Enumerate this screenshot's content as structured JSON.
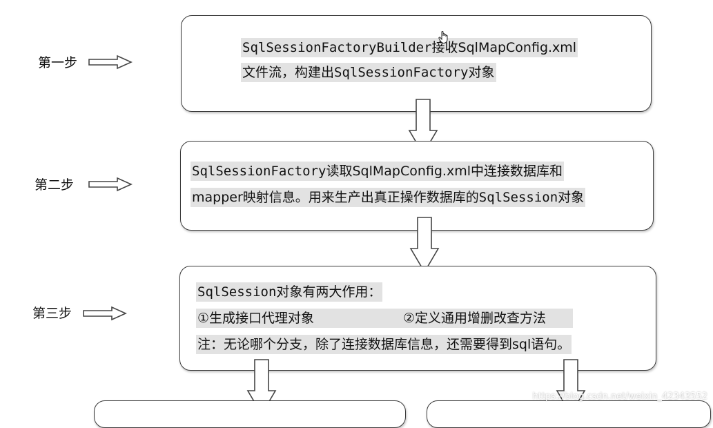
{
  "steps": [
    {
      "label": "第一步",
      "line1_mono": "SqlSessionFactoryBuilder",
      "line1_rest": "接收SqlMapConfig.xml",
      "line2_a": "文件流，构建出",
      "line2_mono": "SqlSessionFactory",
      "line2_b": "对象"
    },
    {
      "label": "第二步",
      "line1_mono": "SqlSessionFactory",
      "line1_rest": "读取SqlMapConfig.xml中连接数据库和",
      "line2_a": "mapper映射信息。用来生产出真正操作数据库的",
      "line2_mono": "SqlSession",
      "line2_b": "对象"
    },
    {
      "label": "第三步",
      "line1_mono": "SqlSession",
      "line1_rest": "对象有两大作用：",
      "line2_left": "①生成接口代理对象",
      "line2_right": "②定义通用增删改查方法",
      "line3": "注：无论哪个分支，除了连接数据库信息，还需要得到sql语句。"
    }
  ],
  "watermark": "https://blog.csdn.net/weixin_42343552",
  "colors": {
    "box_border": "#3a3a3a",
    "highlight": "#e2e2e2",
    "arrow_stroke": "#444444"
  },
  "icons": {
    "cursor": "hand-cursor-icon",
    "step_arrow": "right-arrow-icon",
    "flow_arrow": "down-arrow-icon"
  }
}
